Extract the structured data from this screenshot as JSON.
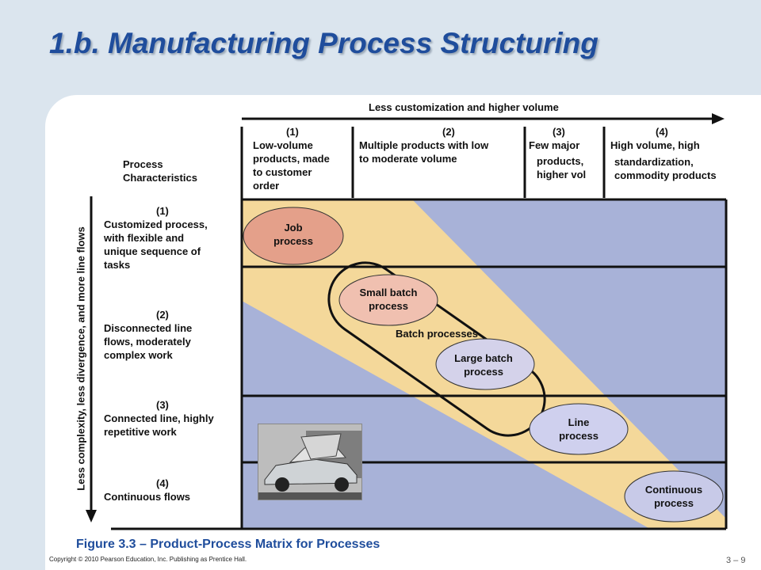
{
  "title": "1.b. Manufacturing Process Structuring",
  "top_axis_label": "Less customization and higher volume",
  "side_axis_label": "Less complexity, less divergence, and more line flows",
  "corner_label": [
    "Process",
    "Characteristics"
  ],
  "columns": [
    {
      "num": "(1)",
      "lines": [
        "Low-volume",
        "products, made",
        "to customer",
        "order"
      ]
    },
    {
      "num": "(2)",
      "lines": [
        "Multiple products with low",
        "to moderate volume"
      ]
    },
    {
      "num": "(3)",
      "lines": [
        "Few major",
        "products,",
        "higher vol"
      ]
    },
    {
      "num": "(4)",
      "lines": [
        "High volume, high",
        "standardization,",
        "commodity products"
      ]
    }
  ],
  "rows": [
    {
      "num": "(1)",
      "lines": [
        "Customized process,",
        "with flexible and",
        "unique sequence of",
        "tasks"
      ]
    },
    {
      "num": "(2)",
      "lines": [
        "Disconnected line",
        "flows, moderately",
        "complex work"
      ]
    },
    {
      "num": "(3)",
      "lines": [
        "Connected line, highly",
        "repetitive work"
      ]
    },
    {
      "num": "(4)",
      "lines": [
        "Continuous flows"
      ]
    }
  ],
  "processes": {
    "job": [
      "Job",
      "process"
    ],
    "small_batch": [
      "Small batch",
      "process"
    ],
    "batch_group": "Batch processes",
    "large_batch": [
      "Large batch",
      "process"
    ],
    "line": [
      "Line",
      "process"
    ],
    "continuous": [
      "Continuous",
      "process"
    ]
  },
  "caption": "Figure 3.3 – Product-Process Matrix for Processes",
  "copyright": "Copyright © 2010 Pearson Education, Inc. Publishing as Prentice Hall.",
  "page_number": "3 – 9",
  "colors": {
    "title": "#1f4d9c",
    "band": "#f4d89a",
    "background_cell": "#a8b2d8",
    "job_oval": "#e4a08a",
    "small_batch_oval": "#f0c0b0",
    "large_batch_oval": "#d4d2ea",
    "line_oval": "#cfd0ee",
    "continuous_oval": "#c8cae8"
  }
}
